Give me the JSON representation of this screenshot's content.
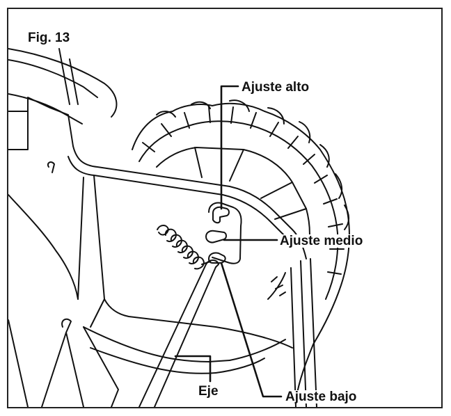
{
  "figure": {
    "title": "Fig. 13"
  },
  "labels": {
    "high": "Ajuste alto",
    "medium": "Ajuste medio",
    "low": "Ajuste bajo",
    "axle": "Eje"
  },
  "colors": {
    "line": "#111111",
    "background": "#ffffff",
    "border": "#222222"
  }
}
